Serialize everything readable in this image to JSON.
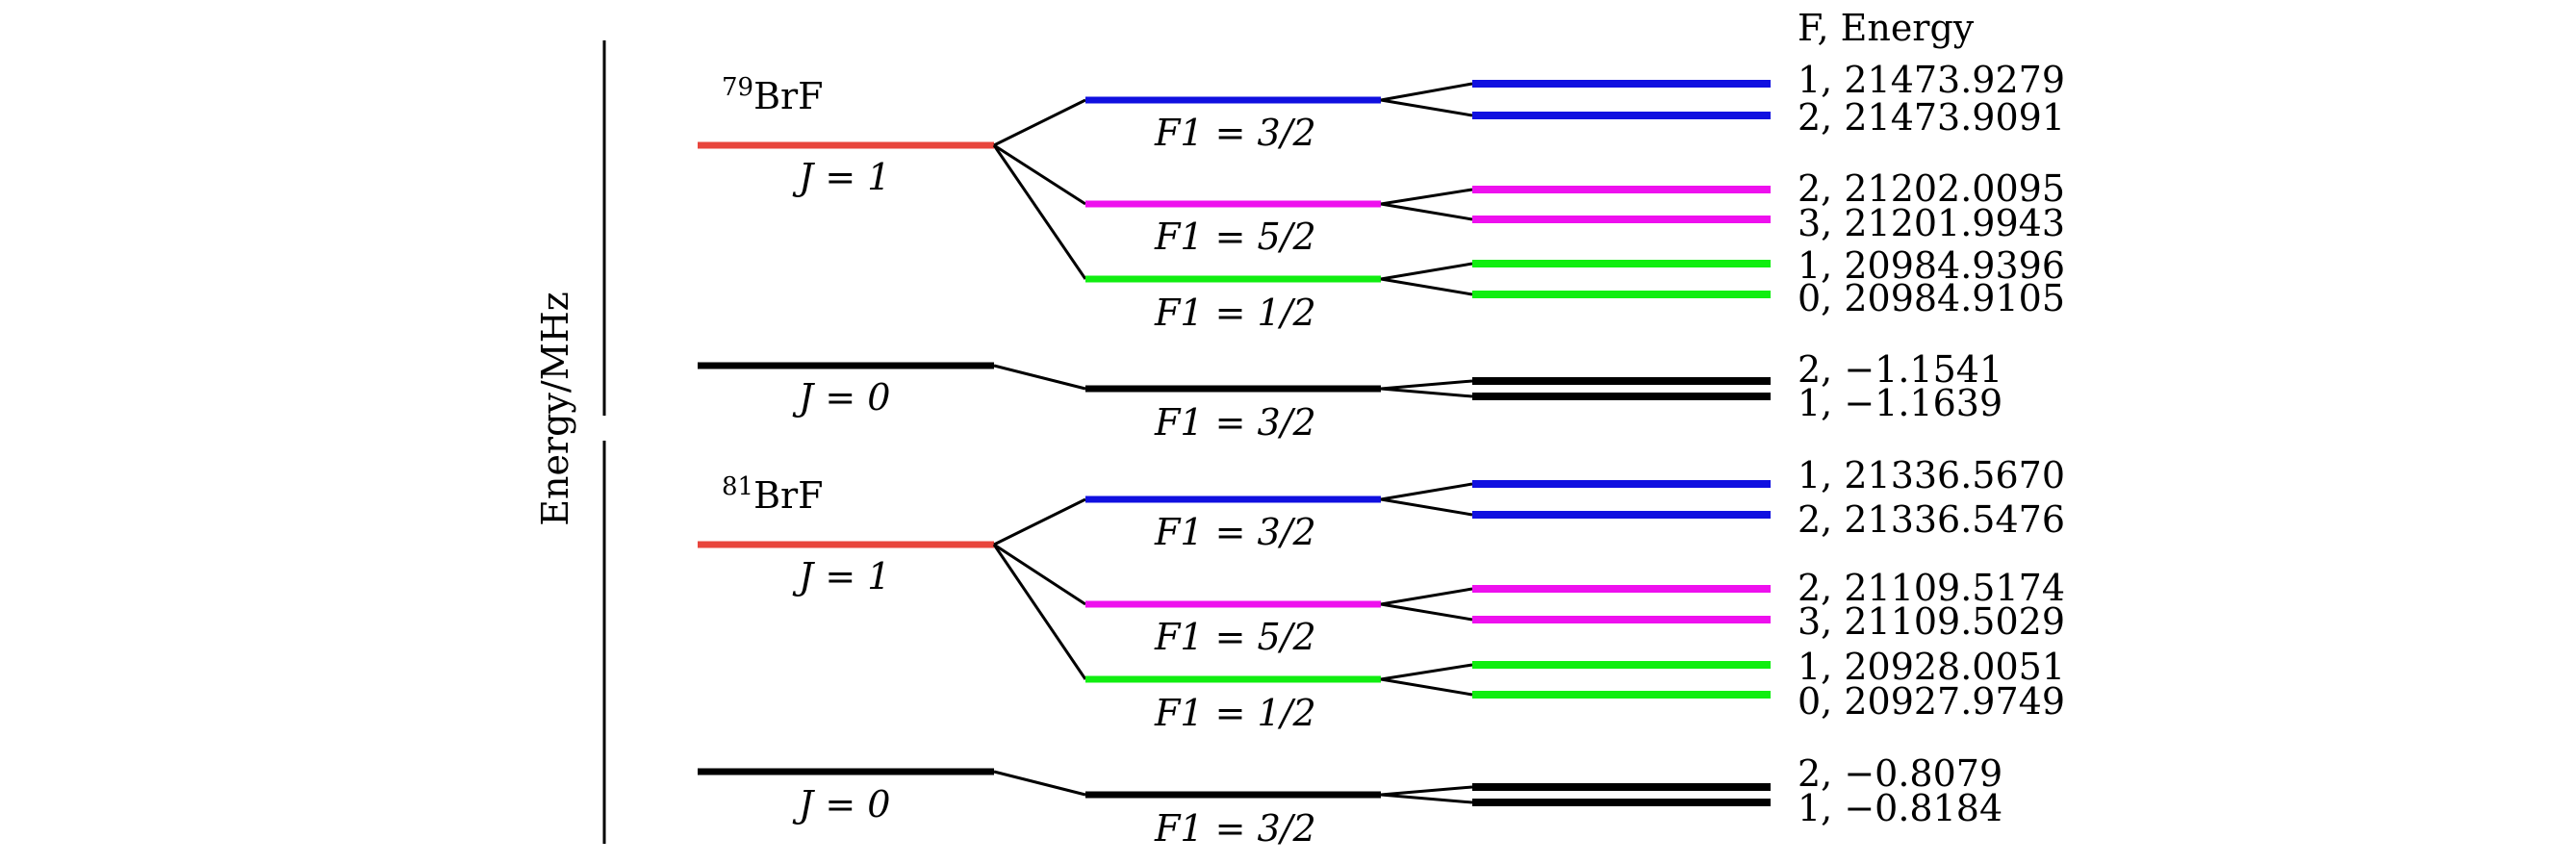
{
  "axis": {
    "ylabel": "Energy/MHz"
  },
  "column_header": "F, Energy",
  "colors": {
    "J1": "#e8453c",
    "J0": "#000000",
    "F1_3_2": "#1010e0",
    "F1_5_2": "#ee10ee",
    "F1_1_2": "#10ee10",
    "ground": "#000000"
  },
  "isotopes": [
    {
      "name": "79BrF",
      "mass": "79",
      "formula": "BrF",
      "upper_J_label": "J = 1",
      "lower_J_label": "J = 0",
      "upper_F1": [
        {
          "label": "F1 = 3/2",
          "levels": [
            "1, 21473.9279",
            "2, 21473.9091"
          ]
        },
        {
          "label": "F1 = 5/2",
          "levels": [
            "2, 21202.0095",
            "3, 21201.9943"
          ]
        },
        {
          "label": "F1 = 1/2",
          "levels": [
            "1, 20984.9396",
            "0, 20984.9105"
          ]
        }
      ],
      "lower_F1": {
        "label": "F1 = 3/2",
        "levels": [
          "2, −1.1541",
          "1, −1.1639"
        ]
      }
    },
    {
      "name": "81BrF",
      "mass": "81",
      "formula": "BrF",
      "upper_J_label": "J = 1",
      "lower_J_label": "J = 0",
      "upper_F1": [
        {
          "label": "F1 = 3/2",
          "levels": [
            "1, 21336.5670",
            "2, 21336.5476"
          ]
        },
        {
          "label": "F1 = 5/2",
          "levels": [
            "2, 21109.5174",
            "3, 21109.5029"
          ]
        },
        {
          "label": "F1 = 1/2",
          "levels": [
            "1, 20928.0051",
            "0, 20927.9749"
          ]
        }
      ],
      "lower_F1": {
        "label": "F1 = 3/2",
        "levels": [
          "2, −0.8079",
          "1, −0.8184"
        ]
      }
    }
  ]
}
